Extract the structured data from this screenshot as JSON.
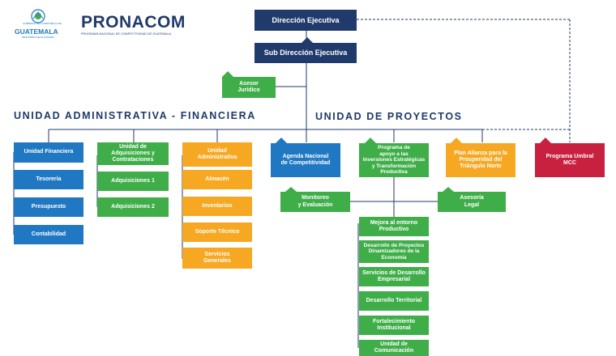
{
  "logos": {
    "guatemala_top": "GOBIERNO DE LA REPÚBLICA DE",
    "guatemala": "GUATEMALA",
    "guatemala_sub": "MINISTERIO DE ECONOMÍA",
    "pronacom": "PRONACOM",
    "pronacom_sub": "PROGRAMA NACIONAL DE COMPETITIVIDAD DE GUATEMALA"
  },
  "sections": {
    "admin_title": "UNIDAD ADMINISTRATIVA - FINANCIERA",
    "proyectos_title": "UNIDAD DE PROYECTOS"
  },
  "nodes": {
    "direccion": "Dirección Ejecutiva",
    "sub_direccion": "Sub Dirección Ejecutiva",
    "asesor": "Asesor\nJurídico",
    "unidad_financiera": "Unidad Financiera",
    "tesoreria": "Tesorería",
    "presupuesto": "Presupuesto",
    "contabilidad": "Contabilidad",
    "adquisiciones": "Unidad de\nAdquisiciones y\nContrataciones",
    "adquisiciones_1": "Adquisiciones 1",
    "adquisiciones_2": "Adquisiciones 2",
    "unidad_administrativa": "Unidad\nAdministrativa",
    "almacen": "Almacén",
    "inventarios": "Inventarios",
    "soporte": "Soporte Técnico",
    "servicios": "Servicios\nGenerales",
    "agenda": "Agenda Nacional\nde Competitividad",
    "programa_apoyo": "Programa de\napoyo a las\nInversiones Estratégicas\ny Transformación\nProductiva",
    "plan_alianza": "Plan Alianza para la\nProsperidad del\nTriángulo Norte",
    "programa_umbral": "Programa Umbral\nMCC",
    "monitoreo": "Monitoreo\ny Evaluación",
    "asesoria": "Asesoría\nLegal",
    "mejora": "Mejora al entorno\nProductivo",
    "desarrollo_proyectos": "Desarrollo de Proyectos\nDinamizadores de la\nEconomía",
    "servicios_desarrollo": "Servicios de Desarrollo\nEmpresarial",
    "desarrollo_territorial": "Desarrollo Territorial",
    "fortalecimiento": "Fortalecimiento\nInstitucional",
    "comunicacion": "Unidad de\nComunicación"
  },
  "colors": {
    "navy": "#1f3a6b",
    "blue": "#1f78c1",
    "green": "#3fae49",
    "orange": "#f7a823",
    "red": "#c8203f",
    "line": "#1f3a6b"
  }
}
